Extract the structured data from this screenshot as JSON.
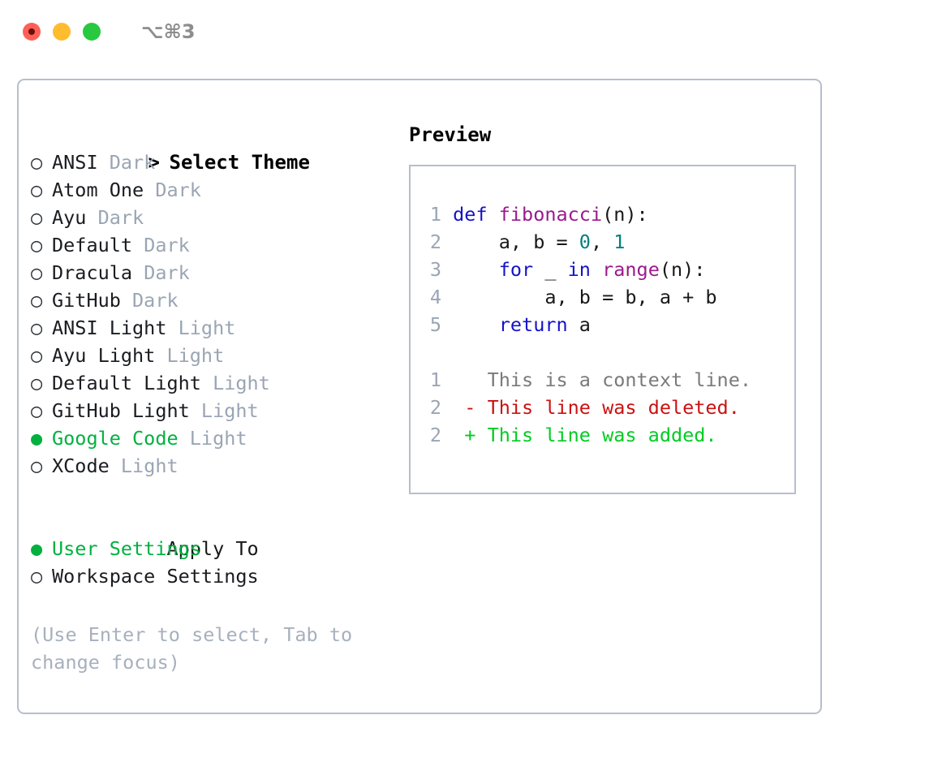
{
  "titlebar": {
    "shortcut": "⌥⌘3",
    "buttons": [
      {
        "name": "close",
        "color": "#ff5f57"
      },
      {
        "name": "minimize",
        "color": "#febc2e"
      },
      {
        "name": "zoom",
        "color": "#28c840"
      }
    ]
  },
  "colors": {
    "accent_green": "#00b140",
    "muted": "#9aa5b4",
    "hint": "#a7b0bd",
    "border": "#b6bfcc",
    "keyword": "#1414c8",
    "function": "#9b1a8e",
    "number": "#00807d",
    "diff_removed": "#cc1111",
    "diff_added": "#00cc22",
    "diff_context": "#7a7a7a"
  },
  "theme_list": {
    "header": {
      "marker": ">",
      "label": "Select Theme"
    },
    "marker_selected": "●",
    "marker_unselected": "○",
    "items": [
      {
        "marker": "○",
        "name": "ANSI",
        "category": "Dark",
        "selected": false
      },
      {
        "marker": "○",
        "name": "Atom One",
        "category": "Dark",
        "selected": false
      },
      {
        "marker": "○",
        "name": "Ayu",
        "category": "Dark",
        "selected": false
      },
      {
        "marker": "○",
        "name": "Default",
        "category": "Dark",
        "selected": false
      },
      {
        "marker": "○",
        "name": "Dracula",
        "category": "Dark",
        "selected": false
      },
      {
        "marker": "○",
        "name": "GitHub",
        "category": "Dark",
        "selected": false
      },
      {
        "marker": "○",
        "name": "ANSI Light",
        "category": "Light",
        "selected": false
      },
      {
        "marker": "○",
        "name": "Ayu Light",
        "category": "Light",
        "selected": false
      },
      {
        "marker": "○",
        "name": "Default Light",
        "category": "Light",
        "selected": false
      },
      {
        "marker": "○",
        "name": "GitHub Light",
        "category": "Light",
        "selected": false
      },
      {
        "marker": "●",
        "name": "Google Code",
        "category": "Light",
        "selected": true
      },
      {
        "marker": "○",
        "name": "XCode",
        "category": "Light",
        "selected": false
      }
    ]
  },
  "apply_to": {
    "header": {
      "marker": " ",
      "label": "Apply To"
    },
    "items": [
      {
        "marker": "●",
        "name": "User Settings",
        "selected": true
      },
      {
        "marker": "○",
        "name": "Workspace Settings",
        "selected": false
      }
    ]
  },
  "hint": "(Use Enter to select, Tab to change focus)",
  "preview": {
    "title": "Preview",
    "code_lines": [
      {
        "number": "1",
        "tokens": [
          {
            "t": "def",
            "c": "kw"
          },
          {
            "t": " ",
            "c": "txt"
          },
          {
            "t": "fibonacci",
            "c": "fn"
          },
          {
            "t": "(n):",
            "c": "txt"
          }
        ]
      },
      {
        "number": "2",
        "tokens": [
          {
            "t": "    a, b = ",
            "c": "txt"
          },
          {
            "t": "0",
            "c": "num"
          },
          {
            "t": ", ",
            "c": "txt"
          },
          {
            "t": "1",
            "c": "num"
          }
        ]
      },
      {
        "number": "3",
        "tokens": [
          {
            "t": "    ",
            "c": "txt"
          },
          {
            "t": "for",
            "c": "kw"
          },
          {
            "t": " _ ",
            "c": "txt"
          },
          {
            "t": "in",
            "c": "kw"
          },
          {
            "t": " ",
            "c": "txt"
          },
          {
            "t": "range",
            "c": "fn"
          },
          {
            "t": "(n):",
            "c": "txt"
          }
        ]
      },
      {
        "number": "4",
        "tokens": [
          {
            "t": "        a, b = b, a + b",
            "c": "txt"
          }
        ]
      },
      {
        "number": "5",
        "tokens": [
          {
            "t": "    ",
            "c": "txt"
          },
          {
            "t": "return",
            "c": "kw"
          },
          {
            "t": " a",
            "c": "txt"
          }
        ]
      }
    ],
    "diff_lines": [
      {
        "number": "1",
        "sign": " ",
        "text": "This is a context line.",
        "kind": "ctx"
      },
      {
        "number": "2",
        "sign": "-",
        "text": "This line was deleted.",
        "kind": "del"
      },
      {
        "number": "2",
        "sign": "+",
        "text": "This line was added.",
        "kind": "add"
      }
    ]
  }
}
